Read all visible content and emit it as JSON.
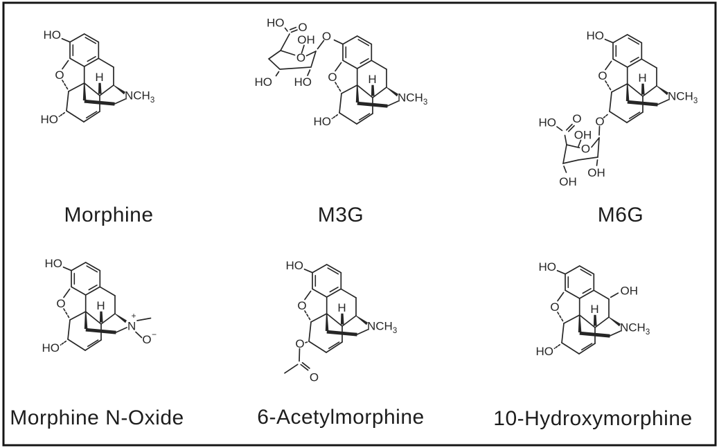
{
  "figure": {
    "background": "#ffffff",
    "border_color": "#151515",
    "structure_color": "#262626",
    "label_color": "#1d1d1d"
  },
  "core_labels": {
    "h": "H",
    "o_bridge": "O"
  },
  "molecules": [
    {
      "name": "Morphine",
      "labels": {
        "ho3": "HO",
        "ho6": "HO",
        "n": "N",
        "n_methyl": "CH",
        "n_methyl_sub": "3"
      }
    },
    {
      "name": "M3G",
      "labels": {
        "ho6": "HO",
        "n": "N",
        "n_methyl": "CH",
        "n_methyl_sub": "3",
        "ether_o": "O",
        "ring_o": "O",
        "acid_ho": "HO",
        "acid_o": "O",
        "oh_top": "OH",
        "ho_bottom_left": "HO",
        "ho_bottom_right": "HO"
      }
    },
    {
      "name": "M6G",
      "labels": {
        "ho3": "HO",
        "n": "N",
        "n_methyl": "CH",
        "n_methyl_sub": "3",
        "ether_o": "O",
        "ring_o": "O",
        "acid_ho": "HO",
        "acid_o": "O",
        "oh_top": "OH",
        "oh_bottom_left": "OH",
        "oh_bottom_right": "OH"
      }
    },
    {
      "name": "Morphine N-Oxide",
      "labels": {
        "ho3": "HO",
        "ho6": "HO",
        "n": "N",
        "n_charge": "+",
        "oxide_o": "O",
        "oxide_charge": "−"
      }
    },
    {
      "name": "6-Acetylmorphine",
      "labels": {
        "ho3": "HO",
        "n": "N",
        "n_methyl": "CH",
        "n_methyl_sub": "3",
        "ester_o": "O",
        "carbonyl_o": "O"
      }
    },
    {
      "name": "10-Hydroxymorphine",
      "labels": {
        "ho3": "HO",
        "ho6": "HO",
        "n": "N",
        "n_methyl": "CH",
        "n_methyl_sub": "3",
        "oh10": "OH"
      }
    }
  ]
}
